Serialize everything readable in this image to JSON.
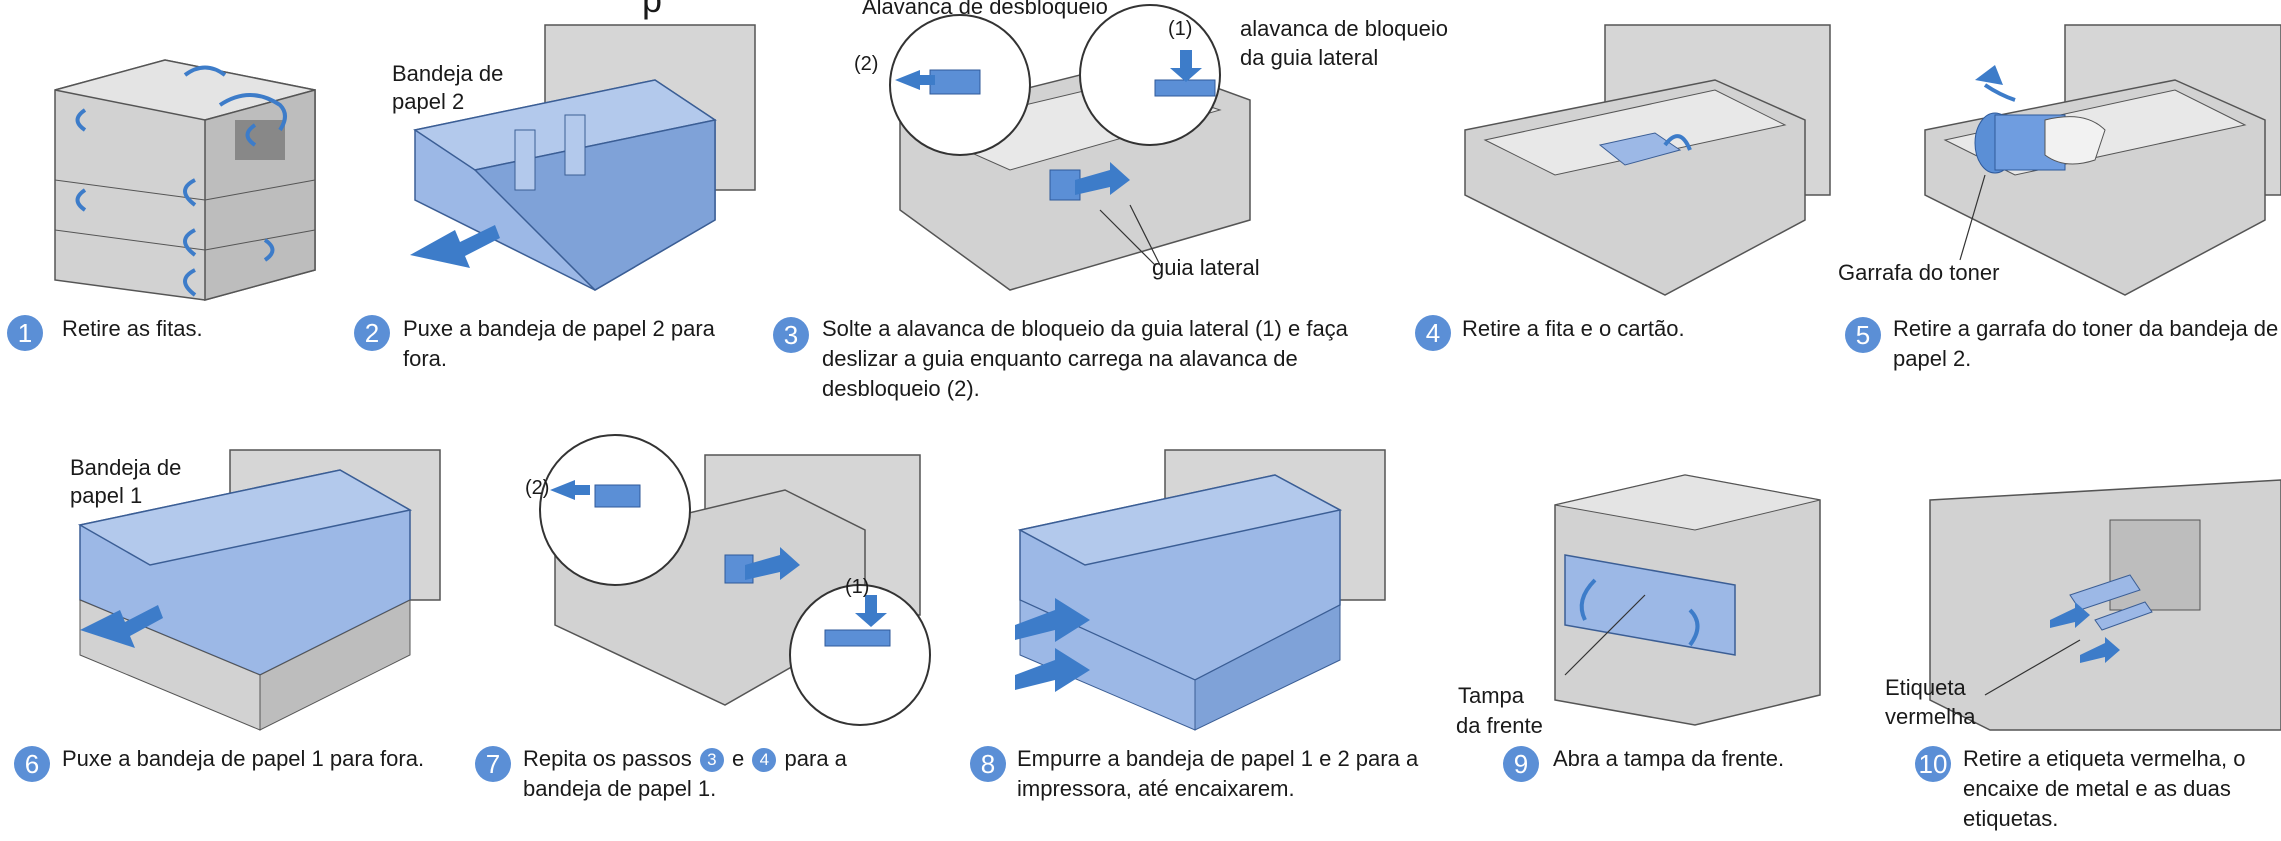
{
  "top_fragment": "p",
  "steps": [
    {
      "n": "1",
      "caption": "Retire as fitas."
    },
    {
      "n": "2",
      "caption": "Puxe a bandeja de papel 2 para fora.",
      "labels": [
        "Bandeja de",
        "papel 2"
      ]
    },
    {
      "n": "3",
      "caption": "Solte a alavanca de bloqueio da guia lateral (1) e faça deslizar a guia enquanto carrega na alavanca de desbloqueio (2).",
      "labels": [
        "Alavanca de desbloqueio",
        "(1)",
        "alavanca de bloqueio",
        "da guia lateral",
        "(2)",
        "guia lateral"
      ]
    },
    {
      "n": "4",
      "caption": "Retire a fita e o cartão."
    },
    {
      "n": "5",
      "caption": "Retire a garrafa do toner da bandeja de papel 2.",
      "labels": [
        "Garrafa do toner"
      ]
    },
    {
      "n": "6",
      "caption": "Puxe a bandeja de papel 1 para fora.",
      "labels": [
        "Bandeja de",
        "papel 1"
      ]
    },
    {
      "n": "7",
      "caption_pre": "Repita os passos",
      "ref_a": "3",
      "caption_mid": "e",
      "ref_b": "4",
      "caption_post": "para a bandeja de papel 1.",
      "labels": [
        "(2)",
        "(1)"
      ]
    },
    {
      "n": "8",
      "caption": "Empurre a bandeja de papel 1 e 2 para a impressora, até encaixarem."
    },
    {
      "n": "9",
      "caption": "Abra a tampa da frente.",
      "labels": [
        "Tampa",
        "da frente"
      ]
    },
    {
      "n": "10",
      "caption": "Retire a etiqueta vermelha, o encaixe de metal e as duas etiquetas.",
      "labels": [
        "Etiqueta",
        "vermelha"
      ]
    }
  ],
  "colors": {
    "accent": "#5b8fd6",
    "highlight": "#9cb8e6",
    "body": "#c9c9c9",
    "dark": "#5a5a5a",
    "arrow": "#3d7cc9"
  }
}
